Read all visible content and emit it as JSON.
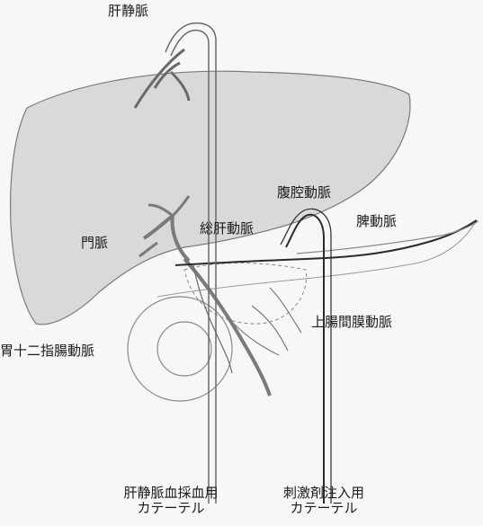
{
  "labels": {
    "hepatic_vein": "肝静脈",
    "celiac_artery": "腹腔動脈",
    "splenic_artery": "脾動脈",
    "common_hepatic_artery": "総肝動脈",
    "portal_vein": "門脈",
    "superior_mesenteric_artery": "上腸間膜動脈",
    "gastroduodenal_artery": "胃十二指腸動脈",
    "sampling_catheter_line1": "肝静脈血採血用",
    "sampling_catheter_line2": "カテーテル",
    "injection_catheter_line1": "刺激剤注入用",
    "injection_catheter_line2": "カテーテル"
  },
  "colors": {
    "liver": "#d9d9d7",
    "outline": "#7a7a7a",
    "artery": "#2a2a2a",
    "text": "#1a1a1a"
  }
}
